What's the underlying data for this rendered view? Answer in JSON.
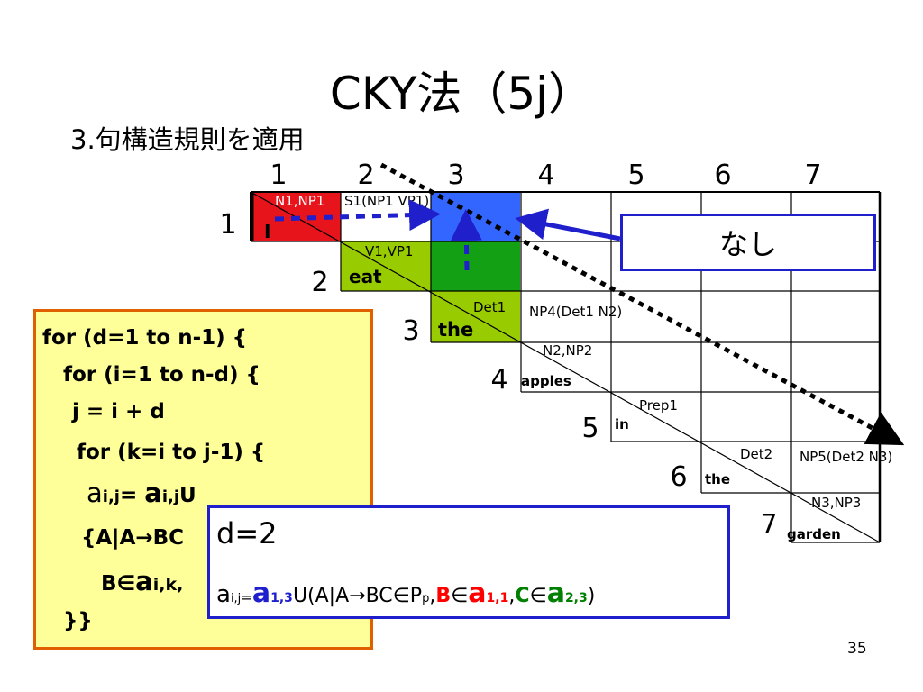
{
  "title": "CKY法（5j）",
  "subtitle": "3.句構造規則を適用",
  "columns": [
    "1",
    "2",
    "3",
    "4",
    "5",
    "6",
    "7"
  ],
  "rows": [
    "1",
    "2",
    "3",
    "4",
    "5",
    "6",
    "7"
  ],
  "cells": {
    "c11_label": "N1,NP1",
    "c11_word": "I",
    "c12_label": "S1(NP1 VP1)",
    "c22_label": "V1,VP1",
    "c22_word": "eat",
    "c33_label": "Det1",
    "c33_word": "the",
    "c34_label": "NP4(Det1 N2)",
    "c44_label": "N2,NP2",
    "c44_word": "apples",
    "c55_label": "Prep1",
    "c55_word": "in",
    "c66_label": "Det2",
    "c66_word": "the",
    "c67_label": "NP5(Det2 N3)",
    "c77_label": "N3,NP3",
    "c77_word": "garden"
  },
  "callout": "なし",
  "code": {
    "line1": "for (d=1   to   n-1) {",
    "line2": "for (i=1   to   n-d) {",
    "line3": "j = i + d",
    "line4": "for   (k=i   to   j-1) {",
    "line5_a": "a",
    "line5_sub": "i,j",
    "line5_eq": "= ",
    "line5_a2": "a",
    "line5_sub2": "i,j",
    "line5_u": "U",
    "line6": "{A|A→BC",
    "line7_b": "B∈",
    "line7_a": "a",
    "line7_sub": "i,k,",
    "line8": "}}"
  },
  "dbox": {
    "line1": "d=2",
    "a": "a",
    "a_sub": "i,j",
    "eq": "=",
    "a13": "a",
    "a13_sub": "1,3",
    "union": "U(A|A→BC∈P",
    "p_sub": "p",
    "comma1": ",",
    "b": "B",
    "in1": "∈",
    "a11": "a",
    "a11_sub": "1,1",
    "comma2": ",",
    "c": "C",
    "in2": "∈",
    "a23": "a",
    "a23_sub": "2,3",
    "close": ")"
  },
  "page_number": "35",
  "colors": {
    "red": "#e8141c",
    "green": "#99cc00",
    "dark_green": "#14a014",
    "blue": "#3366ff",
    "border_blue": "#1f1fcc",
    "code_bg": "#ffff99",
    "code_border": "#e06000",
    "highlight_red": "#ff0000",
    "highlight_green": "#008000"
  }
}
